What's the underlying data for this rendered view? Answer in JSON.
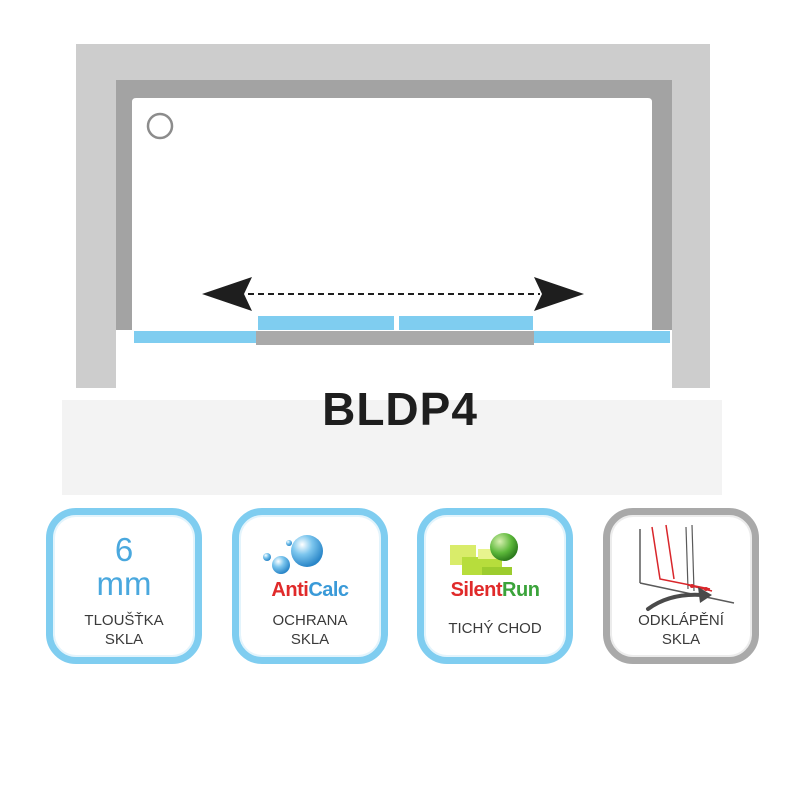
{
  "diagram": {
    "model": "BLDP4"
  },
  "features": [
    {
      "id": "thickness",
      "value": "6",
      "unit": "mm",
      "caption_line1": "TLOUŠŤKA",
      "caption_line2": "SKLA"
    },
    {
      "id": "anticalc",
      "brand_part1": "Anti",
      "brand_part2": "Calc",
      "caption_line1": "OCHRANA",
      "caption_line2": "SKLA"
    },
    {
      "id": "silentrun",
      "brand_part1": "Silent",
      "brand_part2": "Run",
      "caption_line1": "TICHÝ CHOD"
    },
    {
      "id": "tilt",
      "caption_line1": "ODKLÁPĚNÍ",
      "caption_line2": "SKLA"
    }
  ],
  "colors": {
    "frame": "#cdcdcd",
    "inner_frame": "#a3a3a3",
    "glass": "#7fcdf0",
    "badge_border": "#7fcdf0",
    "badge_border_grey": "#a9a9a9",
    "anticalc_red": "#e02a2a",
    "silentrun_green": "#3aa33a"
  },
  "icons": {
    "feature_1": "thickness-text",
    "feature_2": "water-drops-icon",
    "feature_3": "silent-run-cubes-icon",
    "feature_4": "tilting-glass-icon"
  }
}
